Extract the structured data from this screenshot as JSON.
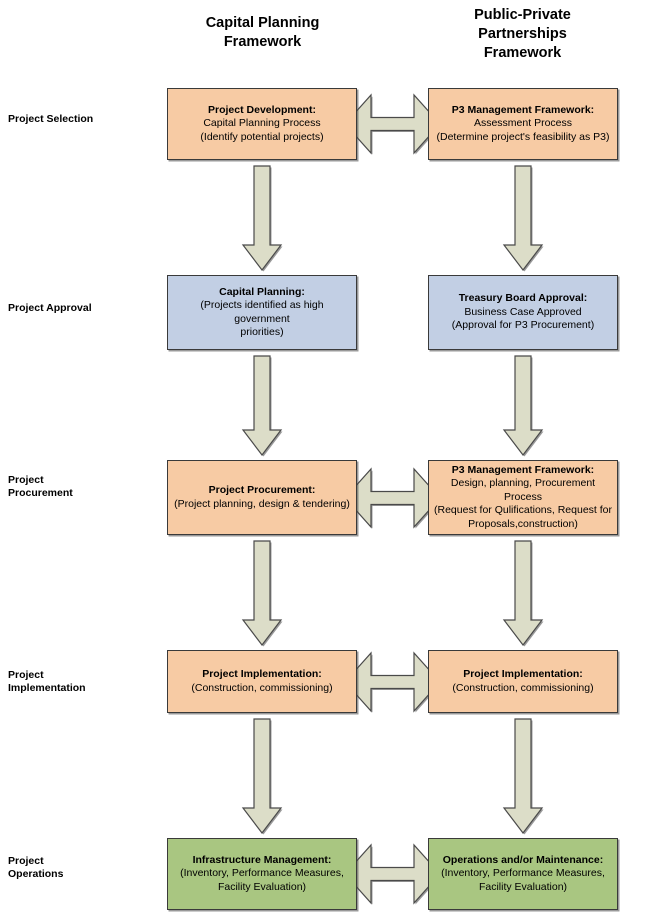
{
  "diagram": {
    "title_left": "Capital Planning\nFramework",
    "title_right": "Public-Private\nPartnerships\nFramework",
    "colors": {
      "orange": "#F7CBA4",
      "blue": "#C2CFE4",
      "green": "#A9C681",
      "arrow": "#DCDDC8",
      "outline": "#3a3a3a"
    },
    "rows": [
      {
        "label": "Project Selection",
        "fill": "orange",
        "horizontal_arrow": true,
        "down_arrow_after": true,
        "left": {
          "title": "Project Development:",
          "lines": [
            "Capital Planning Process",
            "(Identify potential projects)"
          ]
        },
        "right": {
          "title": "P3 Management Framework:",
          "lines": [
            "Assessment Process",
            "(Determine project's feasibility as P3)"
          ]
        }
      },
      {
        "label": "Project Approval",
        "fill": "blue",
        "horizontal_arrow": false,
        "down_arrow_after": true,
        "left": {
          "title": "Capital Planning:",
          "lines": [
            "(Projects identified as high government",
            "priorities)"
          ]
        },
        "right": {
          "title": "Treasury Board Approval:",
          "lines": [
            "Business Case Approved",
            "(Approval for P3 Procurement)"
          ]
        }
      },
      {
        "label": "Project\nProcurement",
        "fill": "orange",
        "horizontal_arrow": true,
        "down_arrow_after": true,
        "left": {
          "title": "Project Procurement:",
          "lines": [
            "(Project planning, design & tendering)"
          ]
        },
        "right": {
          "title": "P3 Management Framework:",
          "lines": [
            "Design, planning, Procurement",
            "Process",
            "(Request for Qulifications, Request for",
            "Proposals,construction)"
          ]
        }
      },
      {
        "label": "Project\nImplementation",
        "fill": "orange",
        "horizontal_arrow": true,
        "down_arrow_after": true,
        "left": {
          "title": "Project Implementation:",
          "lines": [
            "(Construction, commissioning)"
          ]
        },
        "right": {
          "title": "Project Implementation:",
          "lines": [
            "(Construction, commissioning)"
          ]
        }
      },
      {
        "label": "Project\nOperations",
        "fill": "green",
        "horizontal_arrow": true,
        "down_arrow_after": false,
        "left": {
          "title": "Infrastructure Management:",
          "lines": [
            "(Inventory, Performance Measures,",
            "Facility Evaluation)"
          ]
        },
        "right": {
          "title": "Operations and/or Maintenance:",
          "lines": [
            "(Inventory, Performance Measures,",
            "Facility Evaluation)"
          ]
        }
      }
    ]
  }
}
